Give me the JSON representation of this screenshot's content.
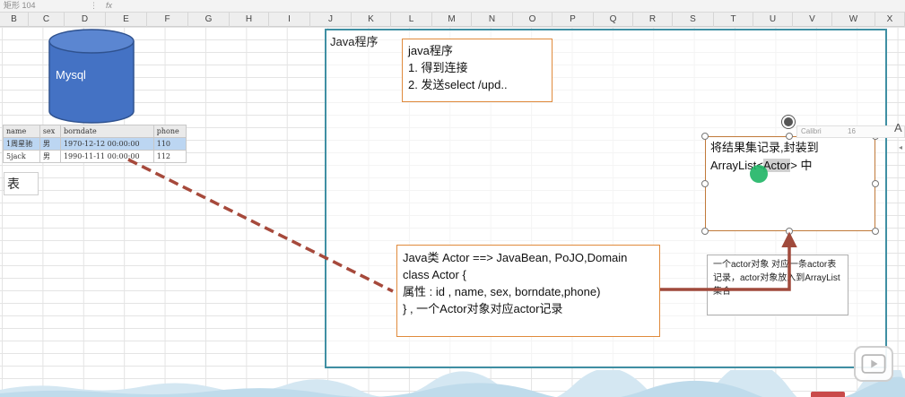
{
  "formula_bar": {
    "name_box": "矩形 104",
    "fx": "fx"
  },
  "columns": [
    "B",
    "C",
    "D",
    "E",
    "F",
    "G",
    "H",
    "I",
    "J",
    "K",
    "L",
    "M",
    "N",
    "O",
    "P",
    "Q",
    "R",
    "S",
    "T",
    "U",
    "V",
    "W",
    "X"
  ],
  "mysql": {
    "label": "Mysql",
    "color": "#4472c4"
  },
  "table": {
    "headers": [
      "name",
      "sex",
      "borndate",
      "phone"
    ],
    "rows": [
      {
        "idx": "1",
        "name": "周星驰",
        "sex": "男",
        "borndate": "1970-12-12 00:00:00",
        "phone": "110"
      },
      {
        "idx": "5",
        "name": "jack",
        "sex": "男",
        "borndate": "1990-11-11 00:00:00",
        "phone": "112"
      }
    ],
    "caption": "表"
  },
  "java_frame": {
    "title": "Java程序"
  },
  "box1": {
    "title": "java程序",
    "step1": "1. 得到连接",
    "step2": "2. 发送select /upd.."
  },
  "box2": {
    "line1": "Java类 Actor  ==> JavaBean, PoJO,Domain",
    "line2": "class Actor {",
    "line3": "属性 : id , name, sex, borndate,phone)",
    "line4": "} , 一个Actor对象对应actor记录"
  },
  "box3": {
    "line1": "将结果集记录,封装到",
    "line2_pre": "ArrayList<",
    "line2_hl": "Actor",
    "line2_post": "> 中"
  },
  "note": {
    "text": "一个actor对象 对应一条actor表记录，actor对象放入到ArrayList集合"
  },
  "mini_toolbar": {
    "font": "Calibri",
    "size": "16",
    "glyph": "A"
  },
  "colors": {
    "frame": "#3f8fa3",
    "box_border": "#e08a3c",
    "arrow": "#a04a3c",
    "dashed": "#a6493b"
  }
}
